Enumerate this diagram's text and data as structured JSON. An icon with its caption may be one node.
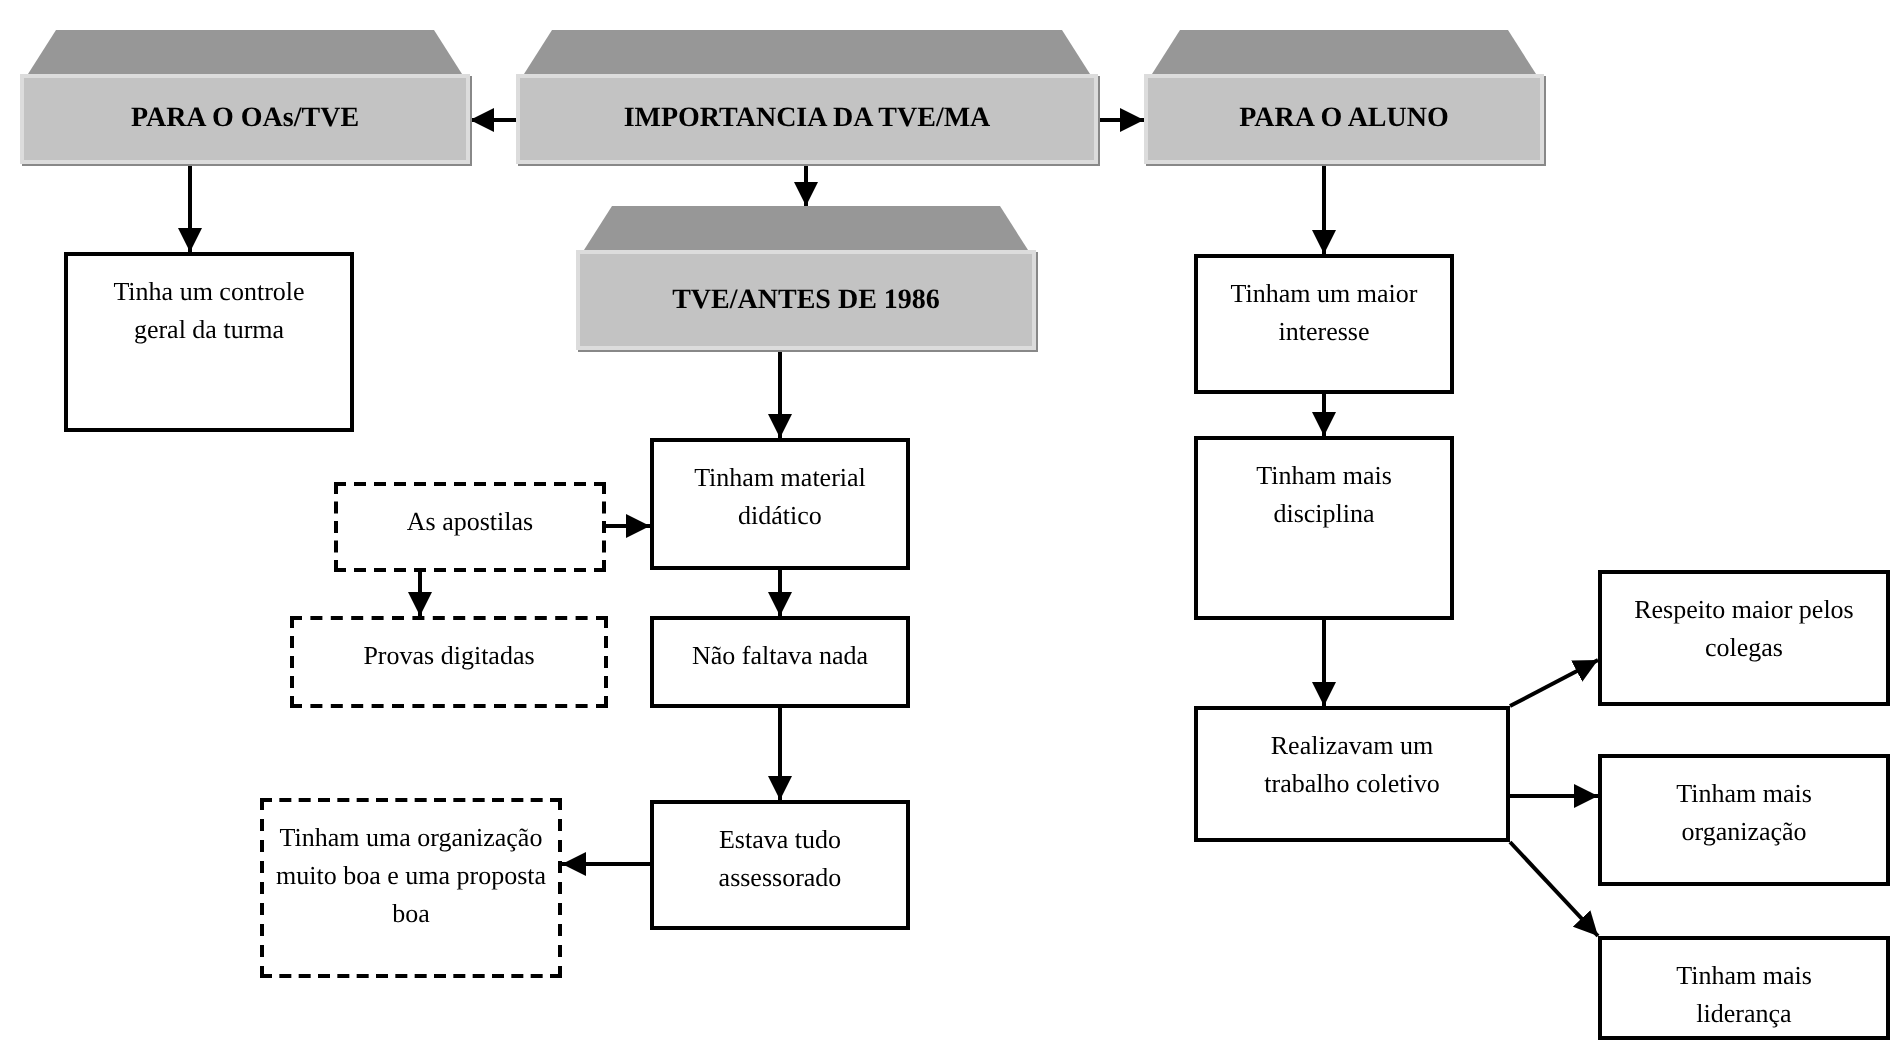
{
  "diagram": {
    "nodes": [
      {
        "text": [
          "PARA O OAs/TVE"
        ]
      },
      {
        "text": [
          "IMPORTANCIA DA TVE/MA"
        ]
      },
      {
        "text": [
          "PARA O ALUNO"
        ]
      },
      {
        "text": [
          "TVE/ANTES DE 1986"
        ]
      },
      {
        "text": [
          "Tinha um controle geral da turma"
        ]
      },
      {
        "text": [
          "Tinham material didático"
        ]
      },
      {
        "text": [
          "As apostilas"
        ]
      },
      {
        "text": [
          "Provas digitadas"
        ]
      },
      {
        "text": [
          "Não faltava nada"
        ]
      },
      {
        "text": [
          "Estava tudo assessorado"
        ]
      },
      {
        "text": [
          "Tinham uma organização muito boa e uma proposta boa"
        ]
      },
      {
        "text": [
          "Tinham um maior interesse"
        ]
      },
      {
        "text": [
          "Tinham mais disciplina"
        ]
      },
      {
        "text": [
          "Realizavam um trabalho coletivo"
        ]
      },
      {
        "text": [
          "Respeito maior pelos colegas"
        ]
      },
      {
        "text": [
          "Tinham mais organização"
        ]
      },
      {
        "text": [
          "Tinham mais liderança"
        ]
      }
    ],
    "edges": [
      {
        "from": 1,
        "to": 0,
        "arrow": "to"
      },
      {
        "from": 1,
        "to": 2,
        "arrow": "to"
      },
      {
        "from": 1,
        "to": 3,
        "arrow": "to"
      },
      {
        "from": 0,
        "to": 4,
        "arrow": "to"
      },
      {
        "from": 2,
        "to": 11,
        "arrow": "to"
      },
      {
        "from": 3,
        "to": 5,
        "arrow": "to"
      },
      {
        "from": 6,
        "to": 5,
        "arrow": "to"
      },
      {
        "from": 6,
        "to": 7,
        "arrow": "to"
      },
      {
        "from": 5,
        "to": 8,
        "arrow": "to"
      },
      {
        "from": 8,
        "to": 9,
        "arrow": "to"
      },
      {
        "from": 9,
        "to": 10,
        "arrow": "to"
      },
      {
        "from": 11,
        "to": 12,
        "arrow": "to"
      },
      {
        "from": 12,
        "to": 13,
        "arrow": "to"
      },
      {
        "from": 13,
        "to": 14,
        "arrow": "to"
      },
      {
        "from": 13,
        "to": 15,
        "arrow": "to"
      },
      {
        "from": 13,
        "to": 16,
        "arrow": "to"
      }
    ]
  }
}
